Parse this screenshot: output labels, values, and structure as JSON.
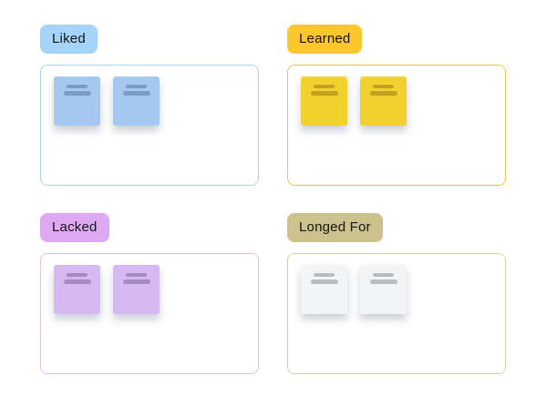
{
  "page": {
    "background": "#FFFFFF",
    "text_color": "#151515"
  },
  "sections": [
    {
      "id": "liked",
      "label": "Liked",
      "colors": {
        "label_bg": "#A6D4F8",
        "zone_border": "#A8D5F2",
        "note_bg": "#A4C8F0",
        "note_line": "#7B9CC4"
      },
      "notes": [
        {
          "placeholder_lines": 2
        },
        {
          "placeholder_lines": 2
        }
      ]
    },
    {
      "id": "learned",
      "label": "Learned",
      "colors": {
        "label_bg": "#FBC72D",
        "zone_border": "#F4C63C",
        "note_bg": "#F2D12E",
        "note_line": "#C2A21E"
      },
      "notes": [
        {
          "placeholder_lines": 2
        },
        {
          "placeholder_lines": 2
        }
      ]
    },
    {
      "id": "lacked",
      "label": "Lacked",
      "colors": {
        "label_bg": "#DEA9F2",
        "zone_border": "#E5BDF5",
        "note_bg": "#D6B9F2",
        "note_line": "#A48CC0"
      },
      "notes": [
        {
          "placeholder_lines": 2
        },
        {
          "placeholder_lines": 2
        }
      ]
    },
    {
      "id": "longed_for",
      "label": "Longed For",
      "colors": {
        "label_bg": "#CBC28D",
        "zone_border": "#D8D1A8",
        "note_bg": "#F3F4F6",
        "note_line": "#B9BBC0"
      },
      "notes": [
        {
          "placeholder_lines": 2
        },
        {
          "placeholder_lines": 2
        }
      ]
    }
  ]
}
